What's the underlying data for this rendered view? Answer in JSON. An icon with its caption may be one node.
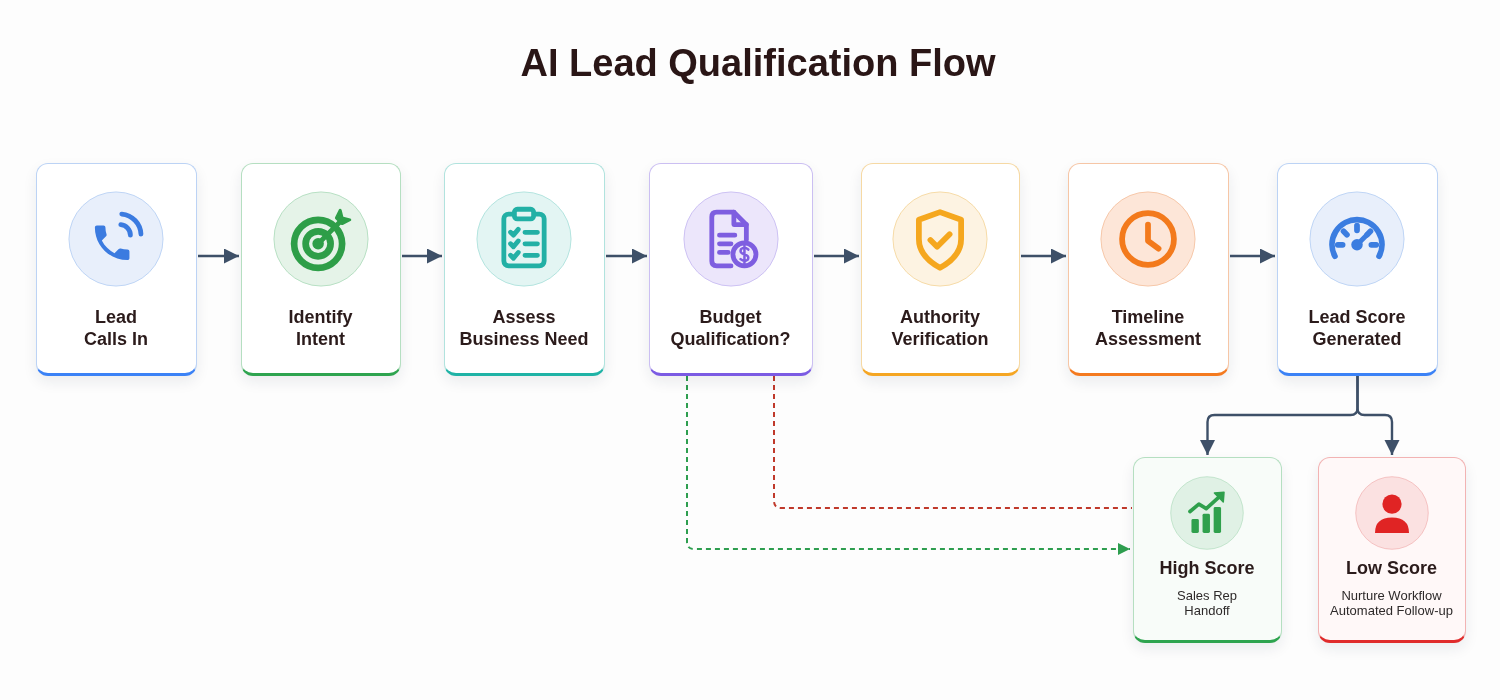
{
  "diagram": {
    "title": "AI Lead Qualification Flow",
    "nodes": [
      {
        "text": [
          "Lead Calls In"
        ]
      },
      {
        "text": [
          "Identify Intent"
        ]
      },
      {
        "text": [
          "Assess Business Need"
        ]
      },
      {
        "text": [
          "Budget Qualification?"
        ]
      },
      {
        "text": [
          "Authority Verification"
        ]
      },
      {
        "text": [
          "Timeline Assessment"
        ]
      },
      {
        "text": [
          "Lead Score Generated"
        ]
      },
      {
        "text": [
          "High Score",
          "Sales Rep Handoff"
        ]
      },
      {
        "text": [
          "Low Score",
          "Nurture Workflow Automated Follow-up"
        ]
      }
    ],
    "edges": [
      {
        "from": 0,
        "to": 1,
        "arrow": "to"
      },
      {
        "from": 1,
        "to": 2,
        "arrow": "to"
      },
      {
        "from": 2,
        "to": 3,
        "arrow": "to"
      },
      {
        "from": 3,
        "to": 4,
        "arrow": "to"
      },
      {
        "from": 4,
        "to": 5,
        "arrow": "to"
      },
      {
        "from": 5,
        "to": 6,
        "arrow": "to"
      },
      {
        "from": 6,
        "to": 7,
        "arrow": "to"
      },
      {
        "from": 6,
        "to": 8,
        "arrow": "to"
      },
      {
        "from": 3,
        "to": 7,
        "arrow": "to",
        "style": "dashed",
        "color": "#2e9e4f"
      },
      {
        "from": 3,
        "to": 7,
        "arrow": "none",
        "style": "dashed",
        "color": "#c0392b"
      }
    ]
  }
}
